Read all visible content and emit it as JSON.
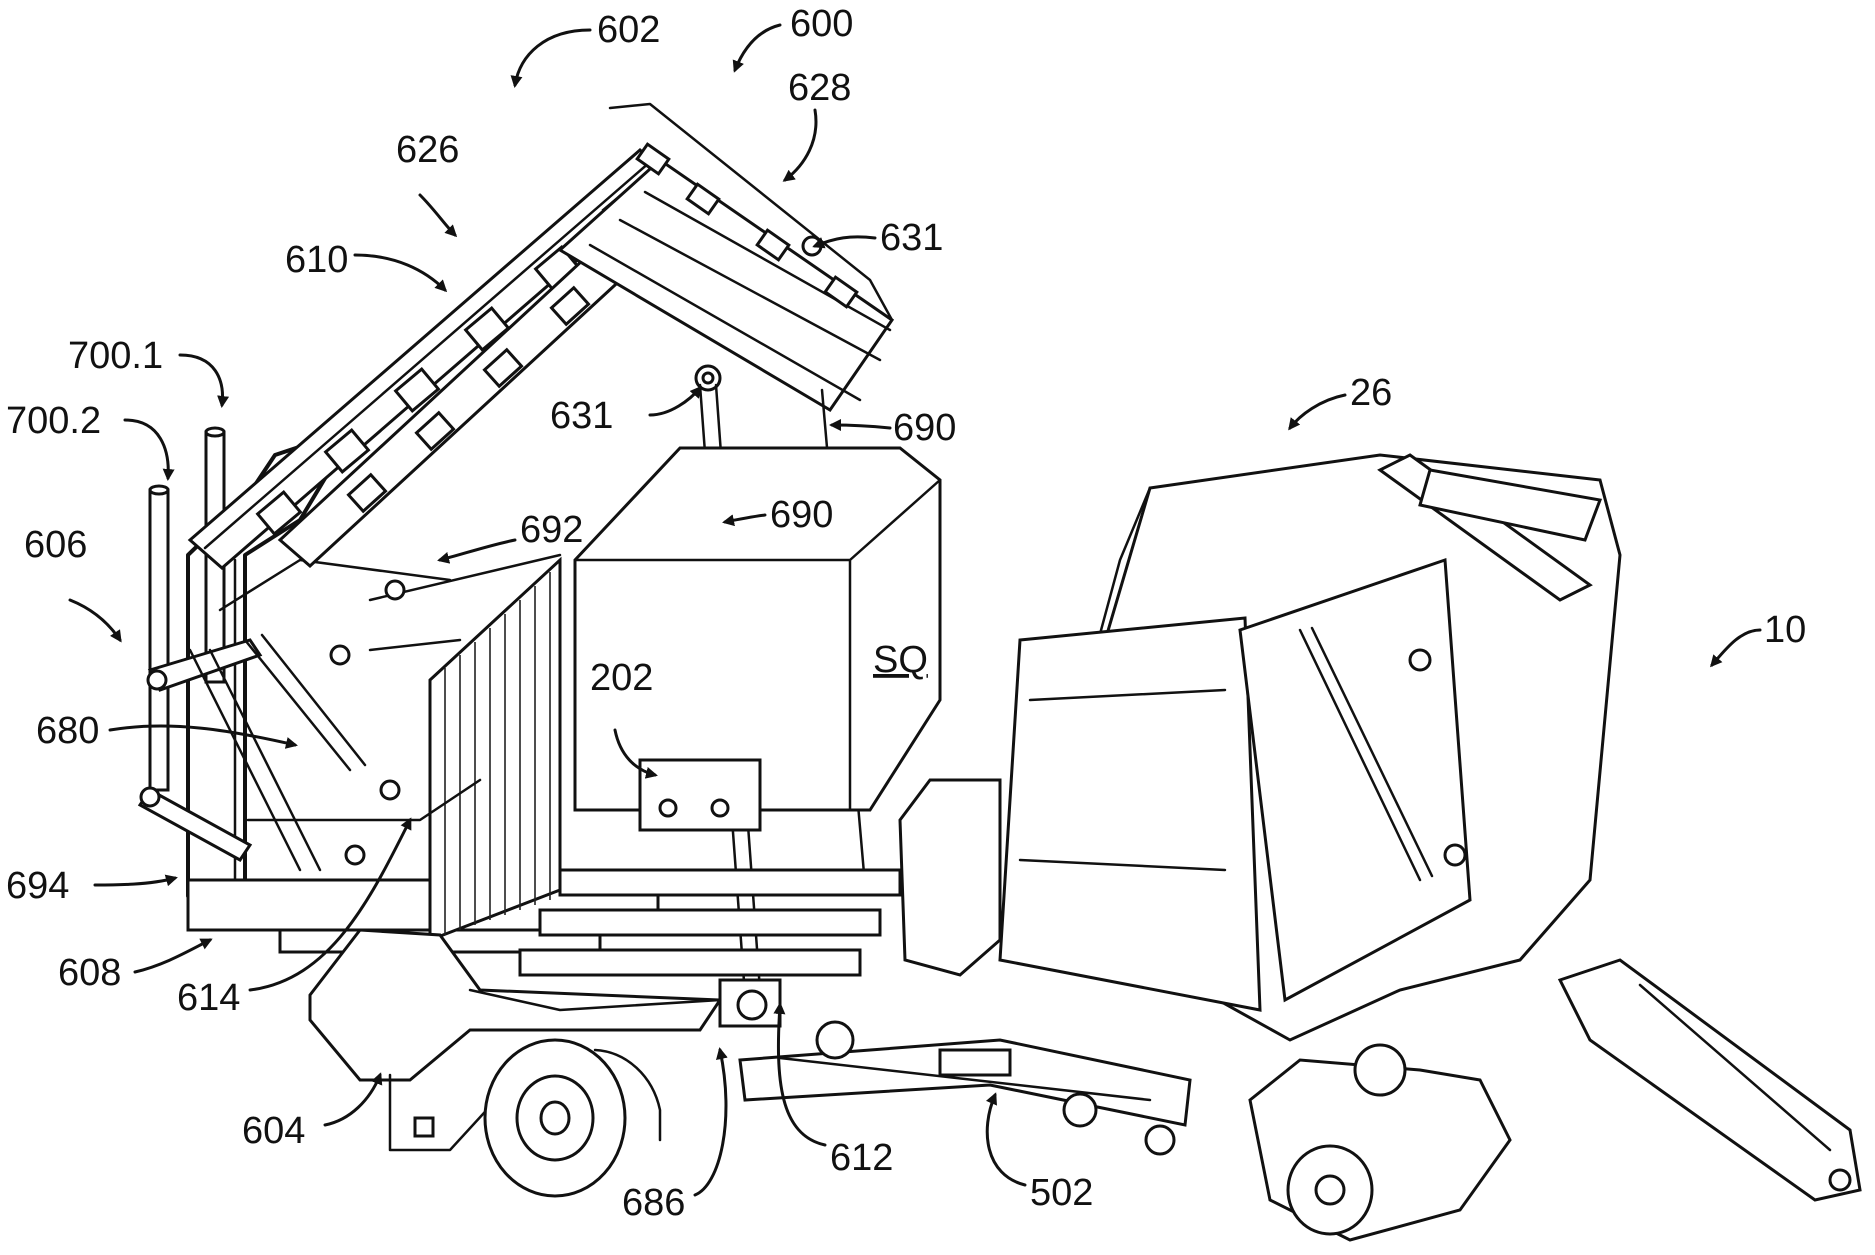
{
  "labels": {
    "l600": "600",
    "l602": "602",
    "l628": "628",
    "l626": "626",
    "l631a": "631",
    "l610": "610",
    "l700_1": "700.1",
    "l700_2": "700.2",
    "l631b": "631",
    "l690a": "690",
    "l690b": "690",
    "l26": "26",
    "l692": "692",
    "l606": "606",
    "l10": "10",
    "lSQ": "SQ",
    "l202": "202",
    "l680": "680",
    "l694": "694",
    "l608": "608",
    "l614": "614",
    "l604": "604",
    "l612": "612",
    "l686": "686",
    "l502": "502"
  }
}
